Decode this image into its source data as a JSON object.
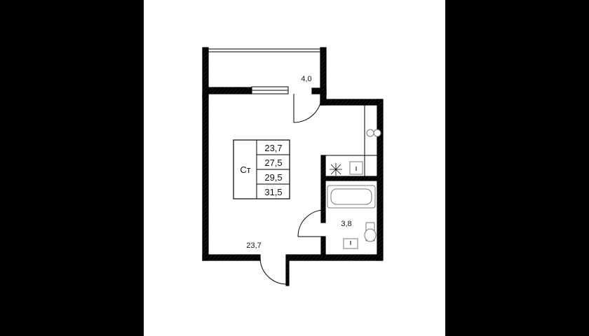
{
  "plan": {
    "room_type": "Ст",
    "area_table": [
      "23,7",
      "27,5",
      "29,5",
      "31,5"
    ],
    "balcony_area": "4,0",
    "bathroom_area": "3,8",
    "living_area": "23,7"
  },
  "colors": {
    "background": "#000000",
    "paper": "#ffffff",
    "wall": "#000000"
  },
  "icons": [
    "door-swing-icon",
    "stove-icon",
    "sink-icon",
    "bathtub-icon",
    "toilet-icon",
    "fan-icon"
  ]
}
